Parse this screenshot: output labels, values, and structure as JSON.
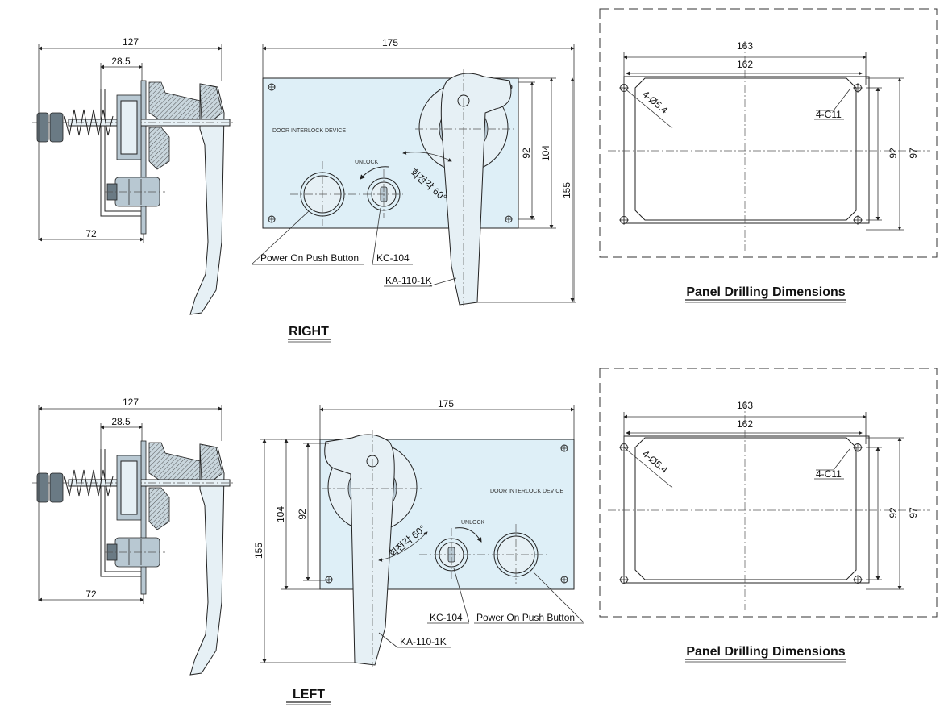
{
  "views": {
    "right_title": "RIGHT",
    "left_title": "LEFT",
    "drilling_title": "Panel Drilling Dimensions"
  },
  "side_view": {
    "dim_total": "127",
    "dim_inner": "28.5",
    "dim_base": "72"
  },
  "front_view": {
    "dim_width": "175",
    "dim_height": "155",
    "dim_v1": "104",
    "dim_v2": "92",
    "device_text": "DOOR INTERLOCK DEVICE",
    "unlock_text": "UNLOCK",
    "angle_text": "회전각 60°",
    "push_button_label": "Power On Push Button",
    "key_label": "KC-104",
    "handle_label": "KA-110-1K"
  },
  "drilling": {
    "dim_outer_w": "163",
    "dim_inner_w": "162",
    "dim_h1": "92",
    "dim_h2": "97",
    "hole_label": "4-Ø5.4",
    "corner_label": "4-C11"
  },
  "colors": {
    "panel": "#deeff7",
    "line": "#222222"
  }
}
